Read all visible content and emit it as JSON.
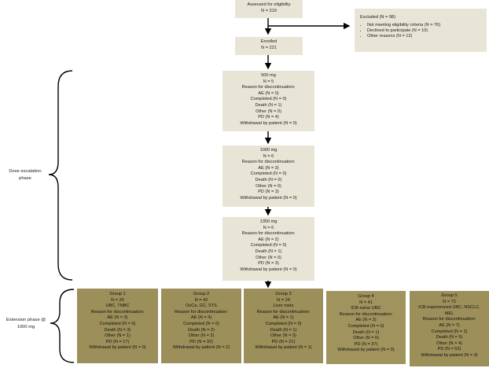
{
  "assessed": [
    "Assessed for eligibility",
    "N = 319"
  ],
  "excluded": {
    "title": "Excluded (N = 98)",
    "items": [
      "Not meeting eligibility criteria (N = 76)",
      "Declined to participate (N = 10)",
      "Other reasons (N = 12)"
    ]
  },
  "enrolled": [
    "Enrolled",
    "N = 221"
  ],
  "phases": {
    "dose": [
      "Dose escalation",
      "phase"
    ],
    "extension": [
      "Extension phase @",
      "1000 mg"
    ]
  },
  "dose_boxes": [
    [
      "500 mg",
      "N = 5",
      "Reason for discontinuation:",
      "AE (N = 0)",
      "Completed (N = 0)",
      "Death (N = 1)",
      "Other (N = 0)",
      "PD (N = 4)",
      "Withdrawal by patient (N = 0)"
    ],
    [
      "1000 mg",
      "N = 6",
      "Reason for discontinuation:",
      "AE (N = 3)",
      "Completed (N = 0)",
      "Death (N = 0)",
      "Other (N = 0)",
      "PD (N = 3)",
      "Withdrawal by patient (N = 0)"
    ],
    [
      "1350 mg",
      "N = 6",
      "Reason for discontinuation:",
      "AE (N = 2)",
      "Completed (N = 0)",
      "Death (N = 1)",
      "Other (N = 0)",
      "PD (N = 3)",
      "Withdrawal by patient (N = 0)"
    ]
  ],
  "groups": [
    [
      "Group 1",
      "N = 25",
      "UBC, TNBC",
      "Reason for discontinuation:",
      "AE (N = 3)",
      "Completed (N = 0)",
      "Death (N = 3)",
      "Other (N = 1)",
      "PD (N = 17)",
      "Withdrawal by patient (N = 0)"
    ],
    [
      "Group 2",
      "N = 42",
      "OvCa, GC, STS",
      "Reason for discontinuation:",
      "AE (N = 4)",
      "Completed (N = 0)",
      "Death (N = 2)",
      "Other (N = 2)",
      "PD (N = 32)",
      "Withdrawal by patient (N = 2)"
    ],
    [
      "Group 3",
      "N = 24",
      "Liver mets",
      "Reason for discontinuation:",
      "AE (N = 1)",
      "Completed (N = 0)",
      "Death (N = 1)",
      "Other (N = 0)",
      "PD (N = 21)",
      "Withdrawal by patient (N = 1)"
    ],
    [
      "Group 4",
      "N = 41",
      "ICB-naïve UBC",
      "Reason for discontinuation:",
      "AE (N = 3)",
      "Completed (N = 0)",
      "Death (N = 1)",
      "Other (N = 0)",
      "PD (N = 37)",
      "Withdrawal by patient (N = 0)"
    ],
    [
      "Group 5",
      "N = 72",
      "ICB-experienced UBC, NSCLC,",
      "MEL",
      "Reason for discontinuation:",
      "AE (N = 7)",
      "Completed (N = 1)",
      "Death (N = 5)",
      "Other (N = 4)",
      "PD (N = 52)",
      "Withdrawal by patient (N = 3)"
    ]
  ]
}
